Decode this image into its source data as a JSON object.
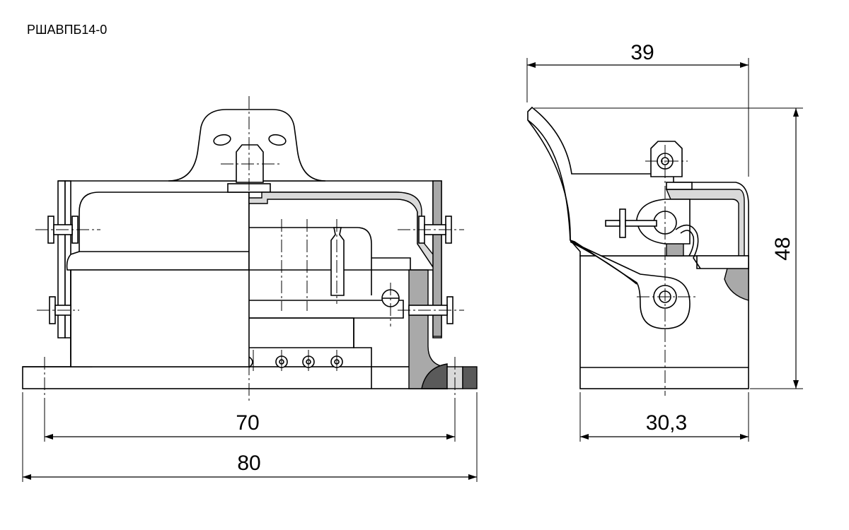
{
  "title": "РШАВПБ14-0",
  "front_view": {
    "dim_mounting": "70",
    "dim_overall_width": "80"
  },
  "side_view": {
    "dim_top": "39",
    "dim_height": "48",
    "dim_base": "30,3"
  }
}
